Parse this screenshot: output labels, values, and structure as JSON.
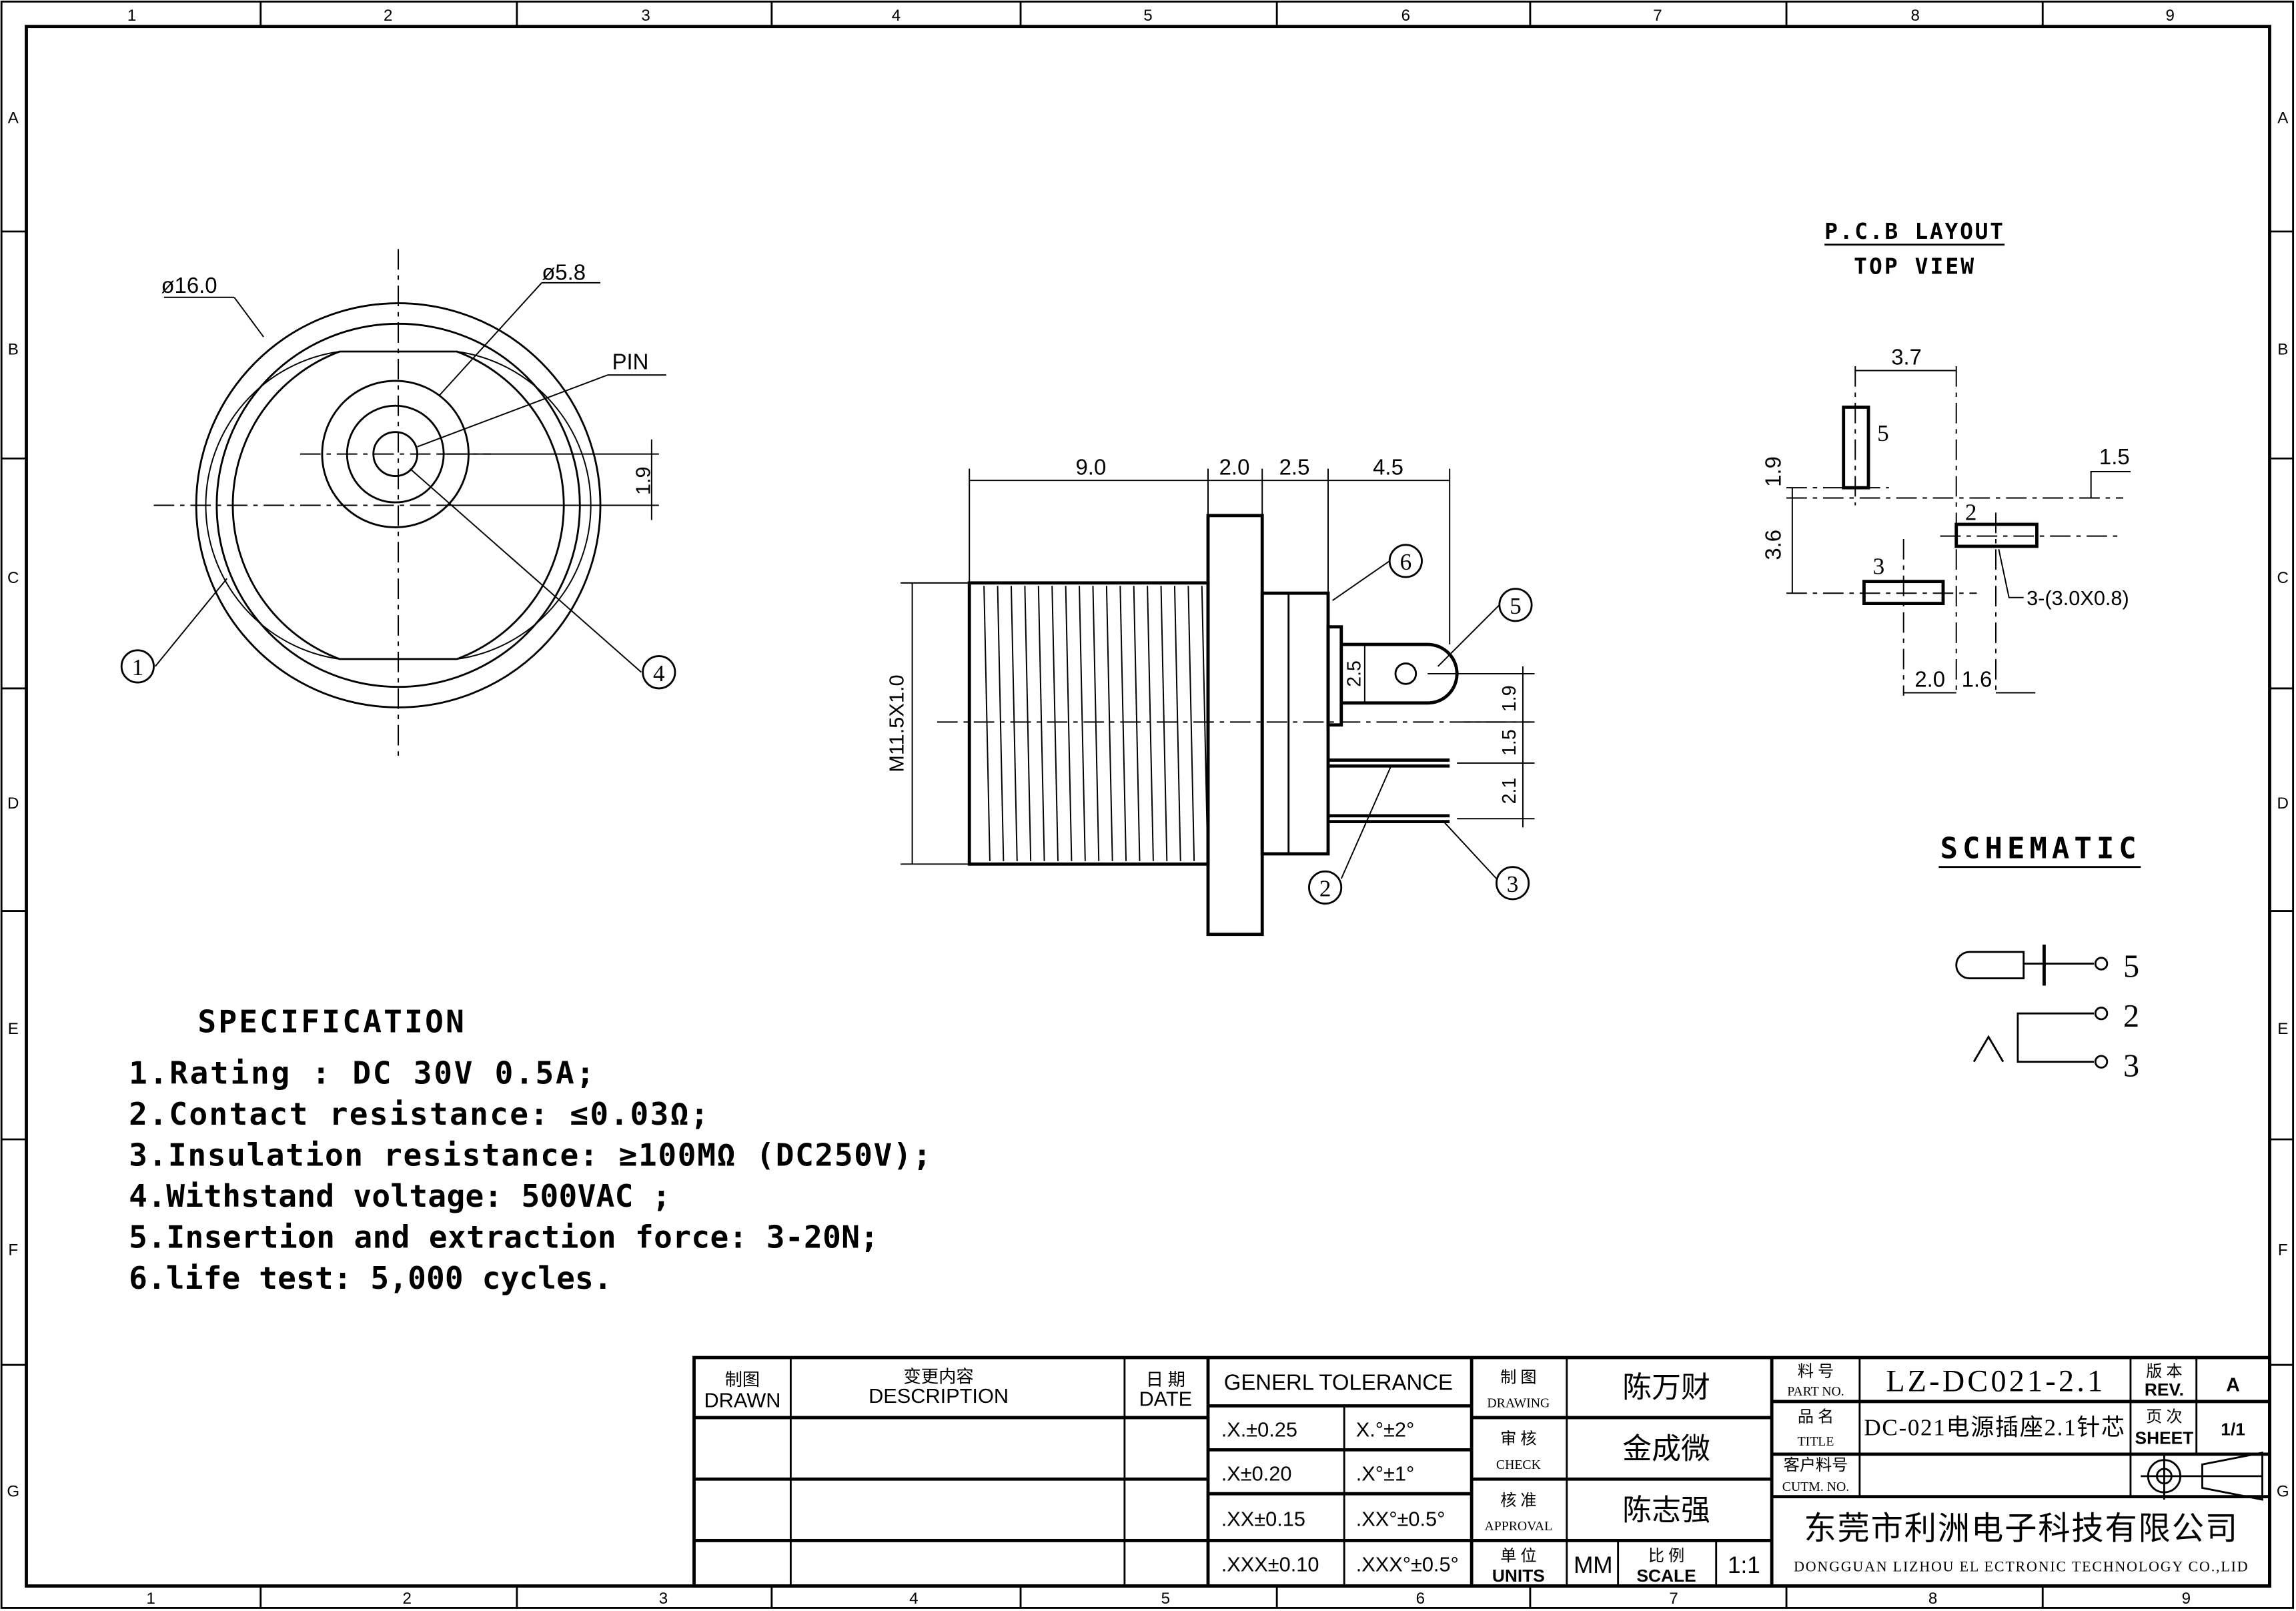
{
  "ruler": {
    "cols": [
      "1",
      "2",
      "3",
      "4",
      "5",
      "6",
      "7",
      "8",
      "9"
    ],
    "rows": [
      "A",
      "B",
      "C",
      "D",
      "E",
      "F",
      "G"
    ]
  },
  "front_view": {
    "outer_dia": "ø16.0",
    "hole_dia": "ø5.8",
    "pin_label": "PIN",
    "offset": "1.9",
    "balloons": [
      "1",
      "4"
    ]
  },
  "side_view": {
    "dims_top": [
      "9.0",
      "2.0",
      "2.5",
      "4.5"
    ],
    "thread": "M11.5X1.0",
    "tab_height": "2.5",
    "dims_right": [
      "1.9",
      "1.5",
      "2.1"
    ],
    "balloons": [
      "6",
      "5",
      "2",
      "3"
    ]
  },
  "pcb": {
    "title": "P.C.B LAYOUT",
    "subtitle": "TOP VIEW",
    "dims": {
      "d37": "3.7",
      "d15": "1.5",
      "d19": "1.9",
      "d36": "3.6",
      "d20": "2.0",
      "d16": "1.6"
    },
    "pads": [
      "5",
      "2",
      "3"
    ],
    "pad_note": "3-(3.0X0.8)"
  },
  "schematic": {
    "title": "SCHEMATIC",
    "pins": [
      "5",
      "2",
      "3"
    ]
  },
  "specification": {
    "title": "SPECIFICATION",
    "items": [
      "1.Rating : DC 30V 0.5A;",
      "2.Contact resistance: ≤0.03Ω;",
      "3.Insulation resistance: ≥100MΩ (DC250V);",
      "4.Withstand voltage: 500VAC ;",
      "5.Insertion and extraction force: 3-20N;",
      "6.life test: 5,000 cycles."
    ]
  },
  "title_block": {
    "drawn_cn": "制图",
    "drawn_en": "DRAWN",
    "desc_cn": "变更内容",
    "desc_en": "DESCRIPTION",
    "date_cn": "日 期",
    "date_en": "DATE",
    "tolerance_title": "GENERL TOLERANCE",
    "tolerances": [
      [
        ".X.±0.25",
        "X.°±2°"
      ],
      [
        ".X±0.20",
        ".X°±1°"
      ],
      [
        ".XX±0.15",
        ".XX°±0.5°"
      ],
      [
        ".XXX±0.10",
        ".XXX°±0.5°"
      ]
    ],
    "drawing_cn": "制 图",
    "drawing_en": "DRAWING",
    "drawing_name": "陈万财",
    "check_cn": "审 核",
    "check_en": "CHECK",
    "check_name": "金成微",
    "approval_cn": "核 准",
    "approval_en": "APPROVAL",
    "approval_name": "陈志强",
    "units_cn": "单 位",
    "units_en": "UNITS",
    "units_value": "MM",
    "scale_cn": "比 例",
    "scale_en": "SCALE",
    "scale_value": "1:1",
    "partno_cn": "料 号",
    "partno_en": "PART NO.",
    "partno_value": "LZ-DC021-2.1",
    "title_cn": "品 名",
    "title_en": "TITLE",
    "title_value": "DC-021电源插座2.1针芯",
    "cutm_cn": "客户料号",
    "cutm_en": "CUTM. NO.",
    "rev_cn": "版 本",
    "rev_en": "REV.",
    "rev_value": "A",
    "sheet_cn": "页 次",
    "sheet_en": "SHEET",
    "sheet_value": "1/1",
    "company_cn": "东莞市利洲电子科技有限公司",
    "company_en": "DONGGUAN LIZHOU EL ECTRONIC TECHNOLOGY CO.,LID"
  }
}
